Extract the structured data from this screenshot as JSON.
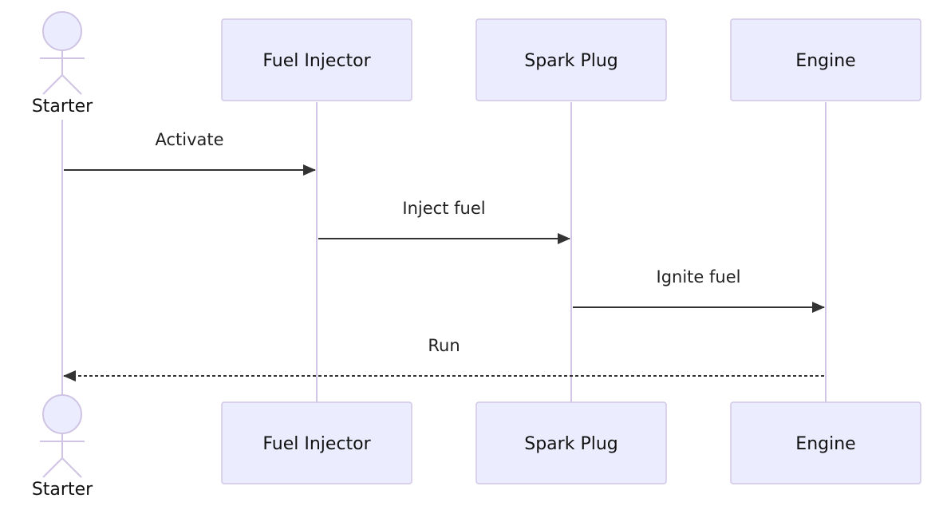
{
  "diagram": {
    "type": "sequence",
    "participants": [
      {
        "id": "starter",
        "label": "Starter",
        "kind": "actor"
      },
      {
        "id": "fuel_injector",
        "label": "Fuel Injector",
        "kind": "box"
      },
      {
        "id": "spark_plug",
        "label": "Spark Plug",
        "kind": "box"
      },
      {
        "id": "engine",
        "label": "Engine",
        "kind": "box"
      }
    ],
    "messages": [
      {
        "from": "starter",
        "to": "fuel_injector",
        "label": "Activate",
        "style": "solid"
      },
      {
        "from": "fuel_injector",
        "to": "spark_plug",
        "label": "Inject fuel",
        "style": "solid"
      },
      {
        "from": "spark_plug",
        "to": "engine",
        "label": "Ignite fuel",
        "style": "solid"
      },
      {
        "from": "engine",
        "to": "starter",
        "label": "Run",
        "style": "dashed"
      }
    ]
  },
  "colors": {
    "participant_fill": "#ececff",
    "participant_border": "#d2c6e6",
    "lifeline": "#d2c6e6",
    "arrow": "#333333",
    "text": "#111111"
  }
}
